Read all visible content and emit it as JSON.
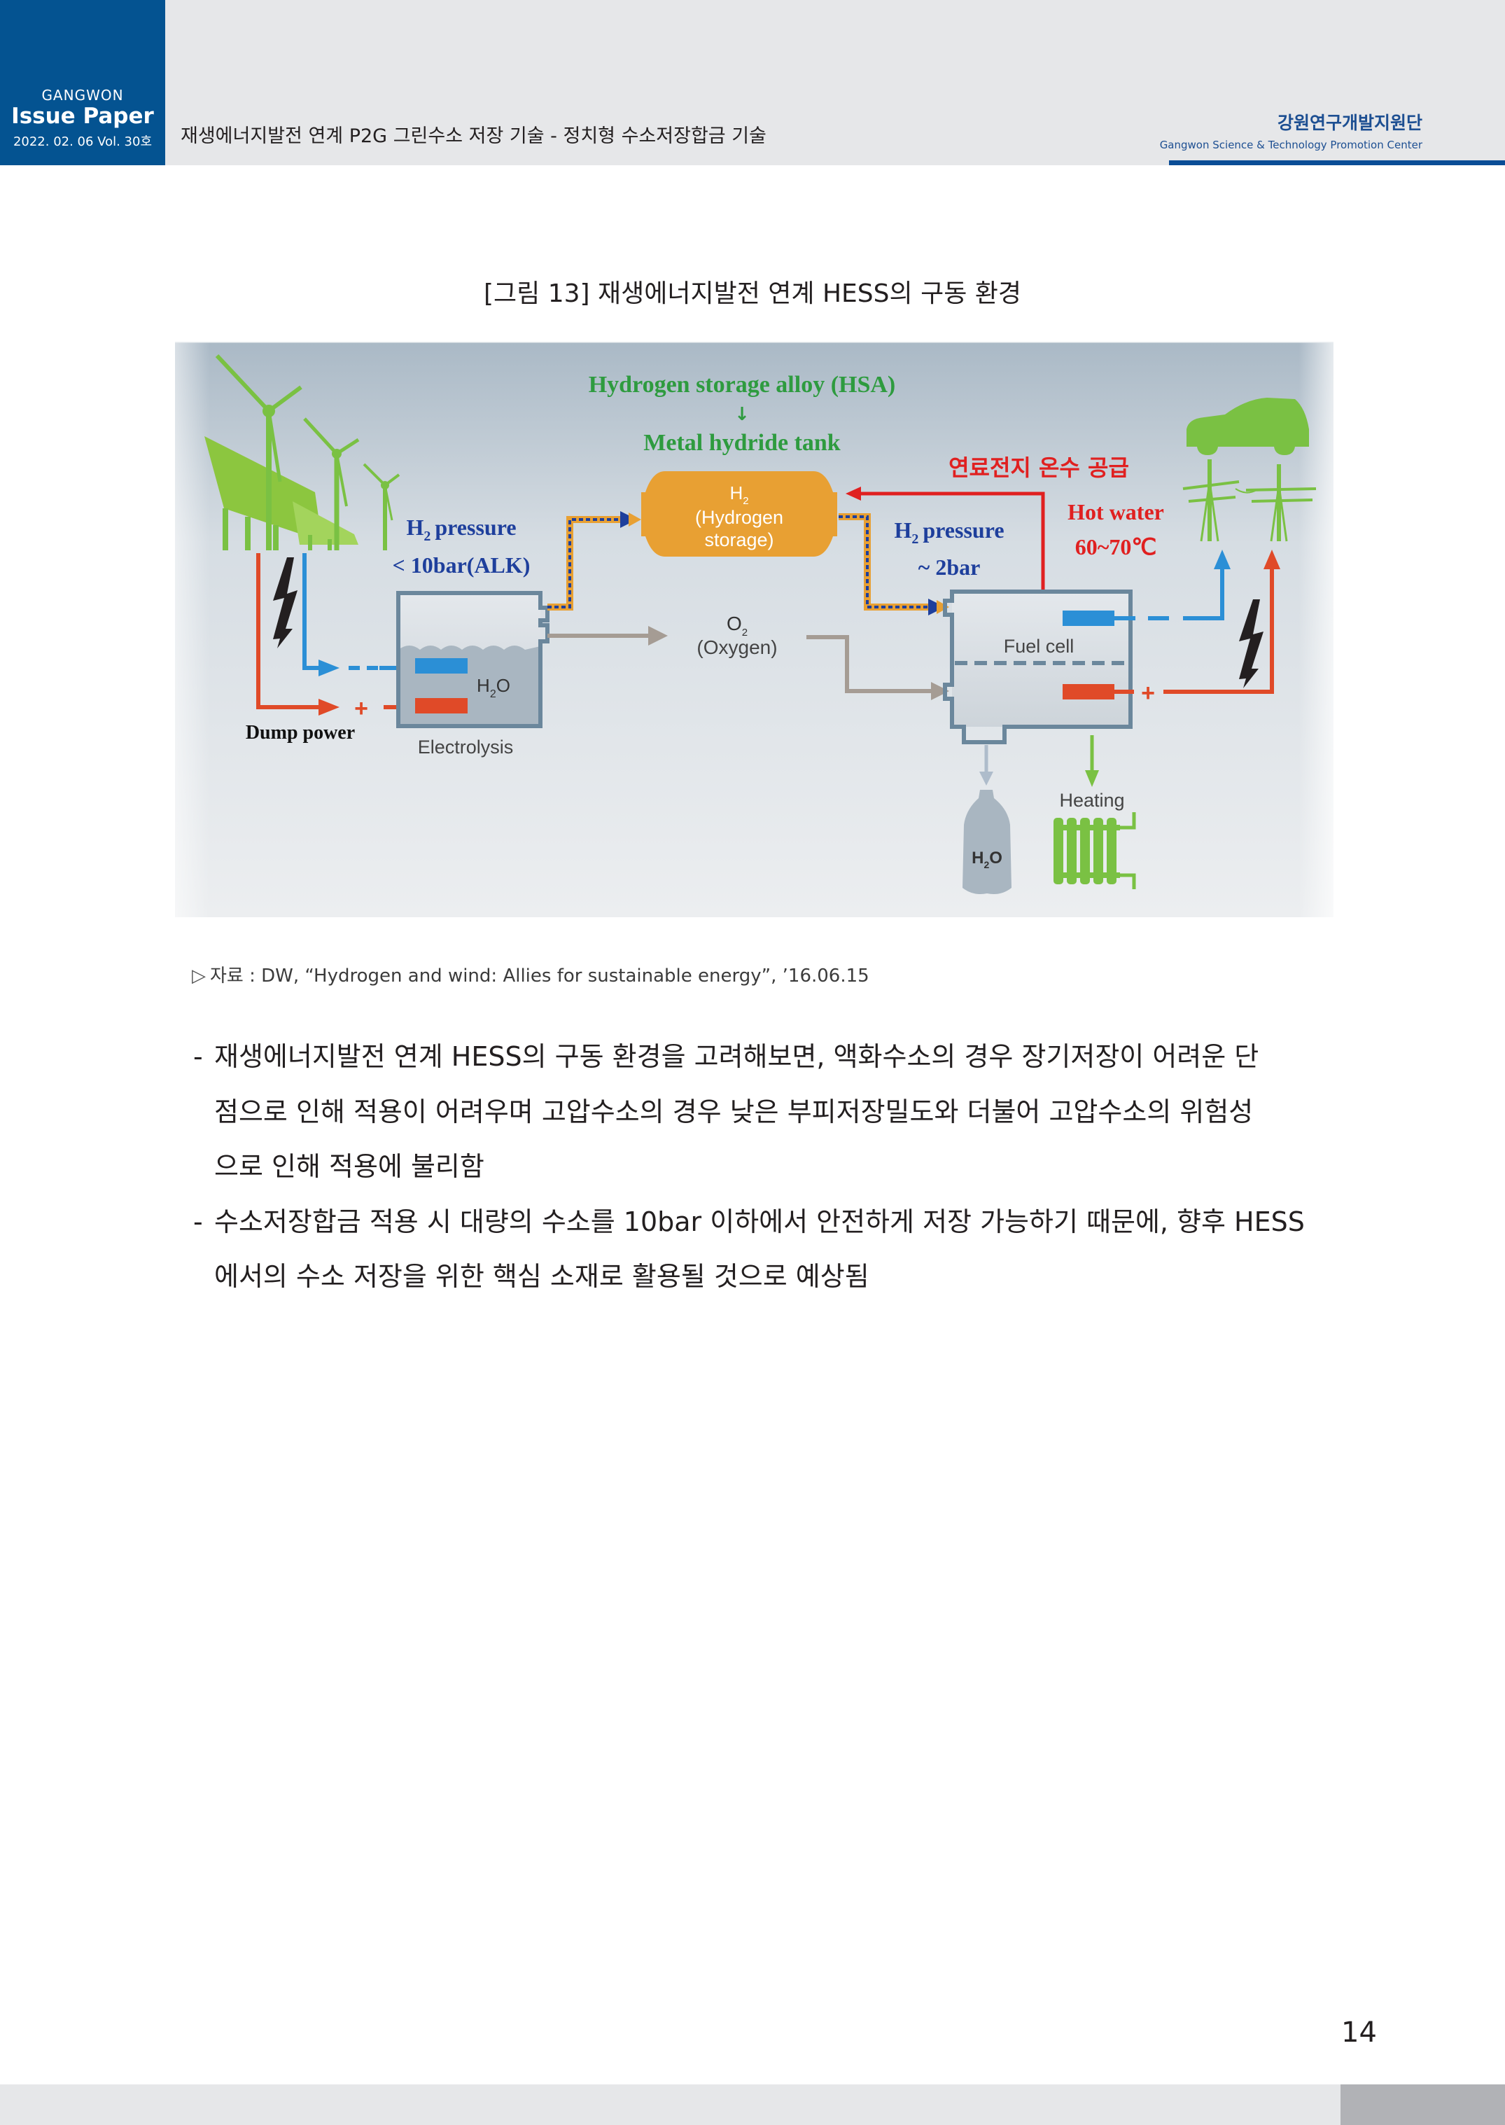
{
  "header": {
    "brand_top": "GANGWON",
    "brand_name": "Issue Paper",
    "brand_issue": "2022. 02. 06  Vol. 30호",
    "document_title": "재생에너지발전 연계 P2G 그린수소 저장 기술 - 정치형 수소저장합금 기술",
    "org_name_ko": "강원연구개발지원단",
    "org_name_en": "Gangwon Science & Technology Promotion Center",
    "brand_color": "#045391"
  },
  "figure": {
    "caption": "[그림 13] 재생에너지발전 연계 HESS의 구동 환경",
    "labels": {
      "hsa": "Hydrogen storage alloy (HSA)",
      "arrow": "↓",
      "metal_hydride": "Metal hydride tank",
      "tank_h2": "H",
      "tank_sub": "2",
      "tank_line1": "(Hydrogen",
      "tank_line2": "storage)",
      "h2_pressure": "pressure",
      "h2_left_value": "< 10bar(ALK)",
      "h2_right_value": "~ 2bar",
      "h": "H",
      "sub2": "2",
      "fuel_cell_hot_water_kr": "연료전지 온수 공급",
      "hot_water": "Hot water",
      "hot_water_temp": "60~70℃",
      "o2": "O",
      "oxygen": "(Oxygen)",
      "h2o_h": "H",
      "h2o_o": "O",
      "electrolysis": "Electrolysis",
      "dump_power": "Dump power",
      "fuel_cell": "Fuel cell",
      "heating": "Heating",
      "plus": "+"
    },
    "colors": {
      "green_title": "#2e9b3f",
      "blue_label": "#1e3f9c",
      "red_label": "#e02020",
      "tank": "#e8a033",
      "renewables": "#7ac143",
      "dc_red": "#e04a28",
      "dc_blue": "#2b8fd6"
    }
  },
  "source": {
    "marker": "▷",
    "text": "자료 : DW, “Hydrogen and wind: Allies for sustainable energy”, ’16.06.15"
  },
  "body": {
    "bullets": [
      {
        "dash": "-",
        "lines": [
          "재생에너지발전 연계 HESS의 구동 환경을 고려해보면, 액화수소의 경우 장기저장이 어려운 단",
          "점으로 인해 적용이 어려우며 고압수소의 경우 낮은 부피저장밀도와 더불어 고압수소의 위험성",
          "으로 인해 적용에 불리함"
        ]
      },
      {
        "dash": "-",
        "lines": [
          "수소저장합금 적용 시 대량의 수소를 10bar 이하에서 안전하게 저장 가능하기 때문에, 향후 HESS",
          "에서의 수소 저장을 위한 핵심 소재로 활용될 것으로 예상됨"
        ]
      }
    ]
  },
  "footer": {
    "page_number": "14"
  }
}
